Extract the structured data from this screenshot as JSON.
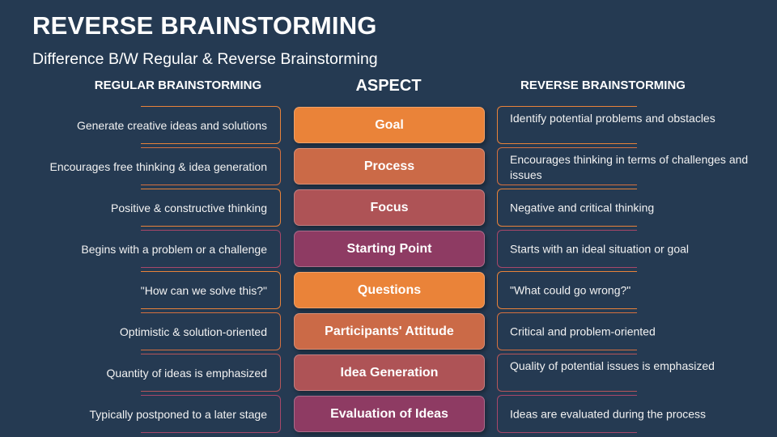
{
  "header": {
    "title": "REVERSE BRAINSTORMING",
    "subtitle": "Difference B/W Regular & Reverse Brainstorming"
  },
  "columns": {
    "left": "REGULAR BRAINSTORMING",
    "middle": "ASPECT",
    "right": "REVERSE BRAINSTORMING"
  },
  "colors": {
    "background": "#253a52",
    "orange": "#ea8339",
    "burnt_orange": "#cb6a47",
    "rose": "#ae5356",
    "plum": "#8e3b63"
  },
  "rows": [
    {
      "aspect": "Goal",
      "regular": "Generate creative ideas and solutions",
      "reverse": "Identify potential problems and obstacles",
      "color": "#ea8339",
      "line": "#e8823a",
      "layout": "two"
    },
    {
      "aspect": "Process",
      "regular": "Encourages free thinking & idea generation",
      "reverse": "Encourages thinking in terms of challenges and issues",
      "color": "#cb6a47",
      "line": "#d4703f",
      "layout": "two"
    },
    {
      "aspect": "Focus",
      "regular": "Positive & constructive thinking",
      "reverse": "Negative and critical thinking",
      "color": "#ae5356",
      "line": "#e8823a",
      "layout": "one"
    },
    {
      "aspect": "Starting Point",
      "regular": "Begins with a problem or a challenge",
      "reverse": "Starts with an ideal situation or goal",
      "color": "#8e3b63",
      "line": "#a8476a",
      "layout": "one"
    },
    {
      "aspect": "Questions",
      "regular": "\"How can we solve this?\"",
      "reverse": "\"What could go wrong?\"",
      "color": "#ea8339",
      "line": "#e8823a",
      "layout": "one"
    },
    {
      "aspect": "Participants' Attitude",
      "regular": "Optimistic & solution-oriented",
      "reverse": "Critical and problem-oriented",
      "color": "#cb6a47",
      "line": "#d4703f",
      "layout": "one"
    },
    {
      "aspect": "Idea Generation",
      "regular": "Quantity of ideas is emphasized",
      "reverse": "Quality of potential issues is emphasized",
      "color": "#ae5356",
      "line": "#b5565a",
      "layout": "top"
    },
    {
      "aspect": "Evaluation of Ideas",
      "regular": "Typically postponed to a later stage",
      "reverse": "Ideas are evaluated during the process",
      "color": "#8e3b63",
      "line": "#a8476a",
      "layout": "one"
    }
  ]
}
